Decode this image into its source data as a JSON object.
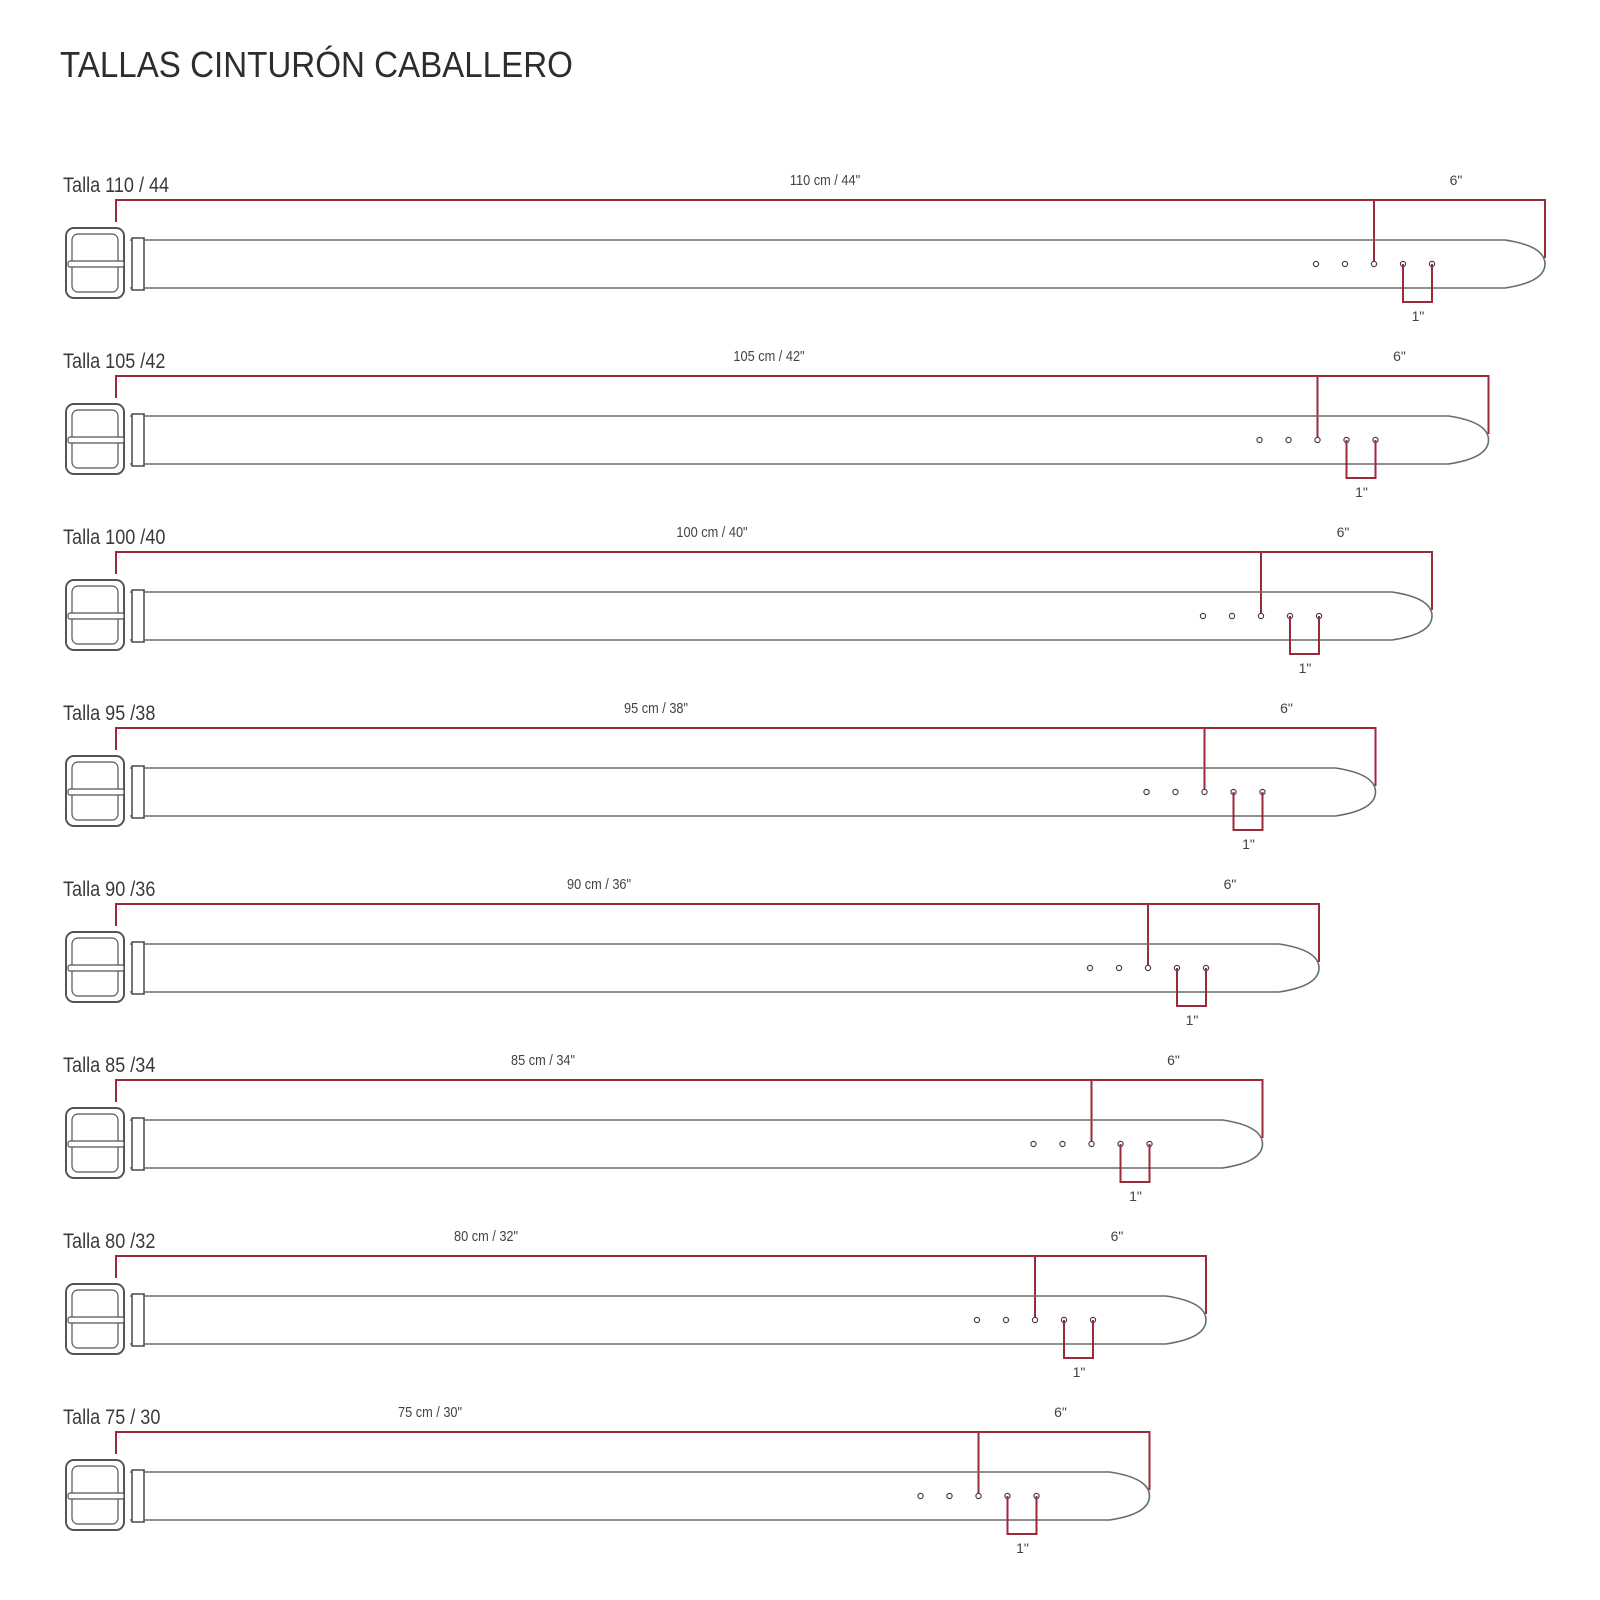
{
  "title": "TALLAS CINTURÓN CABALLERO",
  "colors": {
    "dimension_line": "#9b2a3a",
    "outline": "#6b6b6b",
    "buckle": "#555555"
  },
  "belts": [
    {
      "size_label": "Talla 110 / 44",
      "length_label": "110 cm / 44\"",
      "tip_label": "6\"",
      "spacing_label": "1\"",
      "length_cm": 110
    },
    {
      "size_label": "Talla 105 /42",
      "length_label": "105 cm / 42\"",
      "tip_label": "6\"",
      "spacing_label": "1\"",
      "length_cm": 105
    },
    {
      "size_label": "Talla 100 /40",
      "length_label": "100 cm / 40\"",
      "tip_label": "6\"",
      "spacing_label": "1\"",
      "length_cm": 100
    },
    {
      "size_label": "Talla 95 /38",
      "length_label": "95 cm / 38\"",
      "tip_label": "6\"",
      "spacing_label": "1\"",
      "length_cm": 95
    },
    {
      "size_label": "Talla 90 /36",
      "length_label": "90 cm / 36\"",
      "tip_label": "6\"",
      "spacing_label": "1\"",
      "length_cm": 90
    },
    {
      "size_label": "Talla 85 /34",
      "length_label": "85 cm / 34\"",
      "tip_label": "6\"",
      "spacing_label": "1\"",
      "length_cm": 85
    },
    {
      "size_label": "Talla 80 /32",
      "length_label": "80 cm / 32\"",
      "tip_label": "6\"",
      "spacing_label": "1\"",
      "length_cm": 80
    },
    {
      "size_label": "Talla 75 / 30",
      "length_label": "75 cm / 30\"",
      "tip_label": "6\"",
      "spacing_label": "1\"",
      "length_cm": 75
    }
  ]
}
